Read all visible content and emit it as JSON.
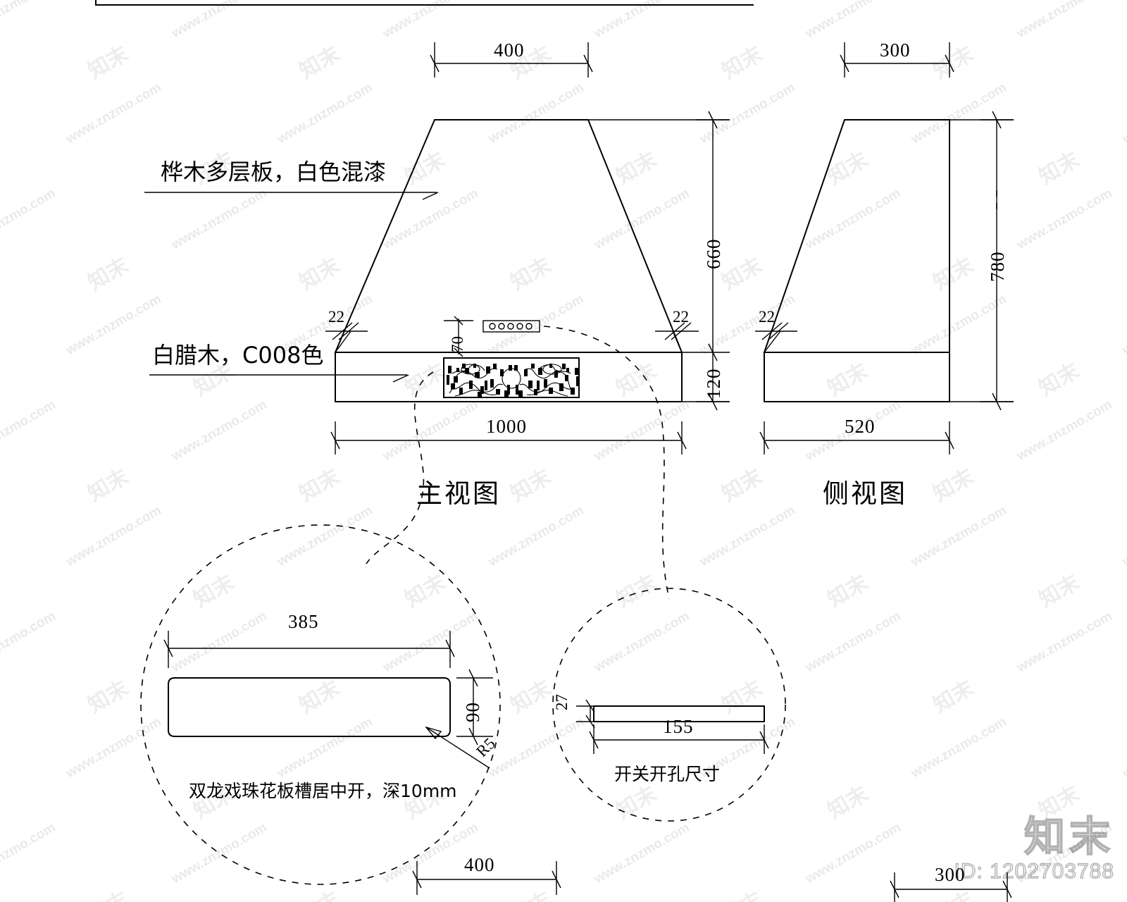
{
  "drawing": {
    "title": "range-hood-cabinet-elevation",
    "views": [
      {
        "id": "front",
        "label": "主视图"
      },
      {
        "id": "side",
        "label": "侧视图"
      },
      {
        "id": "carving-detail",
        "label": "双龙戏珠花板槽居中开，深10mm"
      },
      {
        "id": "switch-detail",
        "label": "开关开孔尺寸"
      }
    ],
    "material_notes": [
      {
        "id": "note-plywood",
        "text": "桦木多层板，白色混漆"
      },
      {
        "id": "note-ash",
        "text": "白腊木，C008色"
      }
    ],
    "dimensions": {
      "front_top_width": "400",
      "front_total_width": "1000",
      "front_left_thickness": "22",
      "front_right_thickness": "22",
      "front_switch_offset": "70",
      "side_top_width": "300",
      "side_total_width": "520",
      "side_thickness": "22",
      "height_upper": "660",
      "height_band": "120",
      "height_total": "780",
      "carve_width": "385",
      "carve_height": "90",
      "carve_radius": "R5",
      "switch_width": "155",
      "switch_height": "27",
      "bottom_left_width": "400",
      "bottom_right_width": "300"
    },
    "switch_panel": {
      "button_count": 5
    }
  },
  "watermark": {
    "site": "www.znzmo.com",
    "brand": "知末",
    "id_label": "ID: 1202703788"
  }
}
